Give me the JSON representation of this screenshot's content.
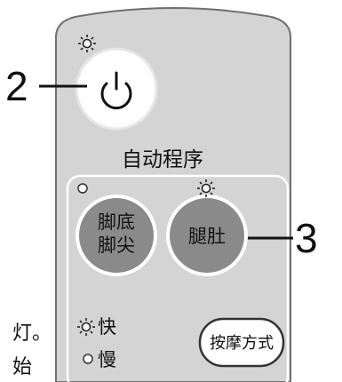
{
  "callouts": {
    "left": "2",
    "right": "3"
  },
  "panel": {
    "section_title": "自动程序",
    "buttons": {
      "power": {
        "icon": "power-icon"
      },
      "feet": {
        "line1": "脚底",
        "line2": "脚尖"
      },
      "calf": {
        "label": "腿肚"
      },
      "mode": {
        "label": "按摩方式"
      }
    },
    "speed": {
      "fast": "快",
      "slow": "慢"
    }
  },
  "cutoff_text": {
    "line1": "灯。",
    "line2": "始"
  },
  "colors": {
    "panel": "#d4d4d4",
    "button_dark": "#8a8a8a",
    "button_light": "#ffffff",
    "outline": "#555555"
  }
}
